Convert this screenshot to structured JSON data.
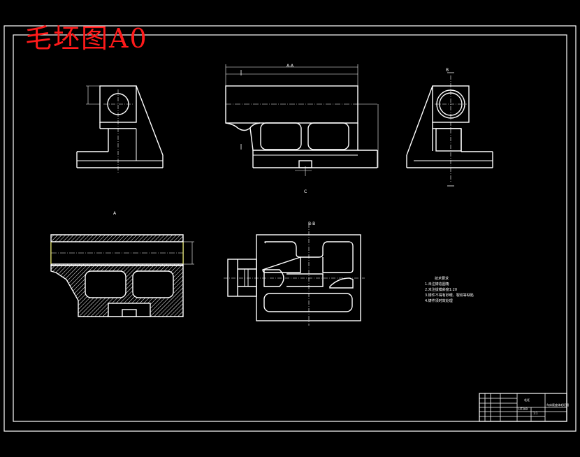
{
  "sheet_title": "毛坯图A0",
  "view_labels": {
    "section_a": "A-A",
    "section_b": "B-B",
    "view_c": "C",
    "section_mark_left": "A",
    "section_mark_right": "B"
  },
  "technical_requirements": {
    "heading": "技术要求",
    "items": [
      "1.未注铸造圆角",
      "2.未注拔模斜度1:20",
      "3.铸件不得有砂眼、裂纹等缺陷",
      "4.铸件须时效处理"
    ]
  },
  "title_block": {
    "part_name": "毛坯",
    "drawing_name": "车床尾座体毛坯图",
    "material": "HT200",
    "scale": "1:1"
  },
  "colors": {
    "background": "#000000",
    "lines": "#ffffff",
    "title": "#ff1a1a",
    "highlight": "#ffff66"
  }
}
